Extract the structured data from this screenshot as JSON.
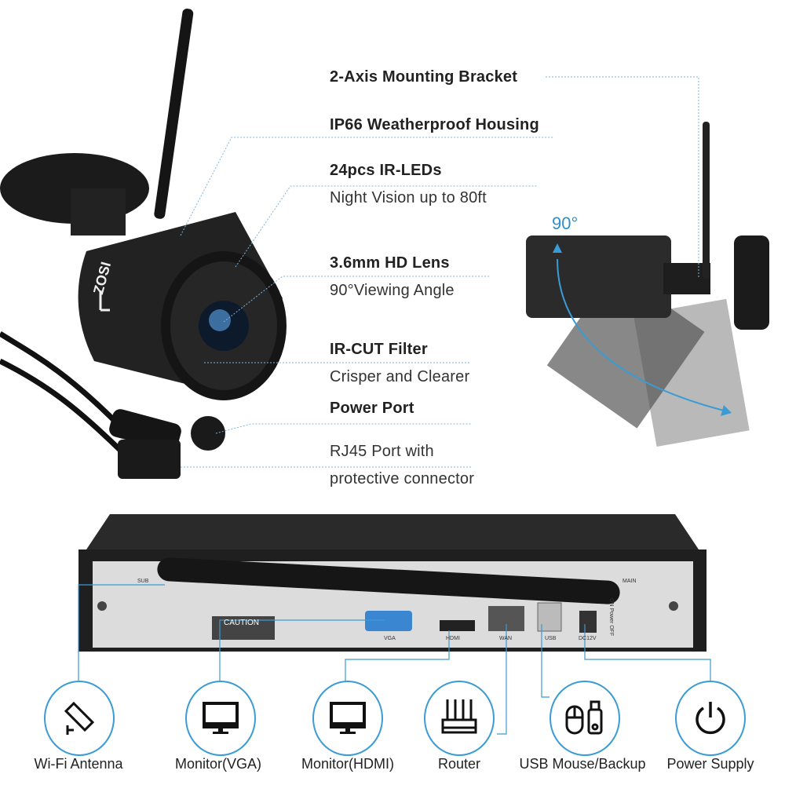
{
  "features": [
    {
      "title": "2-Axis Mounting Bracket"
    },
    {
      "title": "IP66 Weatherproof Housing"
    },
    {
      "title": "24pcs IR-LEDs",
      "subtitle": "Night Vision up to 80ft"
    },
    {
      "title": "3.6mm HD Lens",
      "subtitle": "90°Viewing Angle"
    },
    {
      "title": "IR-CUT Filter",
      "subtitle": "Crisper and Clearer"
    },
    {
      "title": "Power Port"
    },
    {
      "title": "RJ45 Port with",
      "subtitle": "protective connector"
    }
  ],
  "rotation_label": "90°",
  "brand": "ZOSI",
  "nvr_labels": {
    "sub": "SUB",
    "main": "MAIN",
    "caution": "CAUTION",
    "vga": "VGA",
    "hdmi": "HDMI",
    "wan": "WAN",
    "usb": "USB",
    "dc": "DC12V",
    "power": "ON Power OFF"
  },
  "connections": [
    {
      "label": "Wi-Fi Antenna",
      "icon": "wifi-camera-icon"
    },
    {
      "label": "Monitor(VGA)",
      "icon": "monitor-icon"
    },
    {
      "label": "Monitor(HDMI)",
      "icon": "monitor-icon"
    },
    {
      "label": "Router",
      "icon": "router-icon"
    },
    {
      "label": "USB Mouse/Backup",
      "icon": "mouse-usb-icon"
    },
    {
      "label": "Power Supply",
      "icon": "power-icon"
    }
  ],
  "colors": {
    "accent": "#3a9bd5",
    "camera": "#1c1c1e",
    "nvr_face": "#d9d9d9"
  }
}
